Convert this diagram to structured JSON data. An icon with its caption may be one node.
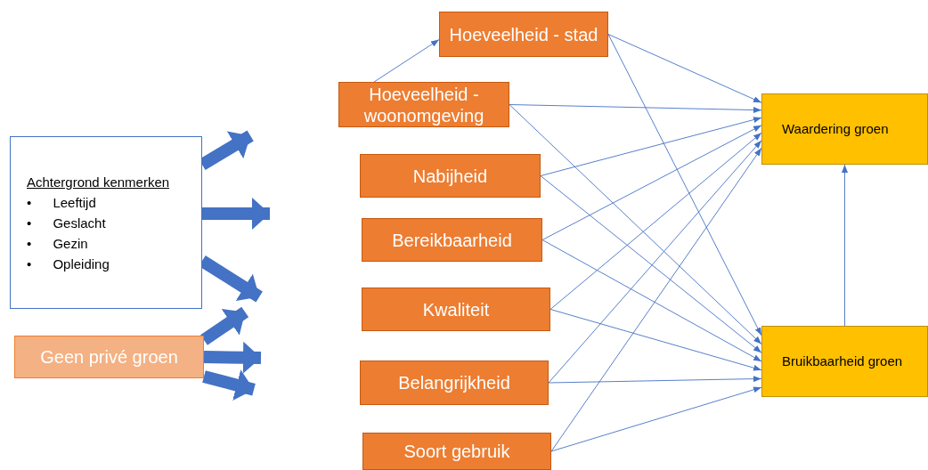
{
  "diagram": {
    "nodes": [
      {
        "text": [
          "Achtergrond kenmerken",
          "• Leeftijd",
          "• Geslacht",
          "• Gezin",
          "• Opleiding"
        ]
      },
      {
        "text": [
          "Geen privé groen"
        ]
      },
      {
        "text": [
          "Hoeveelheid - stad"
        ]
      },
      {
        "text": [
          "Hoeveelheid - woonomgeving"
        ]
      },
      {
        "text": [
          "Nabijheid"
        ]
      },
      {
        "text": [
          "Bereikbaarheid"
        ]
      },
      {
        "text": [
          "Kwaliteit"
        ]
      },
      {
        "text": [
          "Belangrijkheid"
        ]
      },
      {
        "text": [
          "Soort gebruik"
        ]
      },
      {
        "text": [
          "Waardering groen"
        ]
      },
      {
        "text": [
          "Bruikbaarheid groen"
        ]
      }
    ],
    "edges": [
      {
        "from": 0,
        "to": null,
        "arrow": "to",
        "style": "thick"
      },
      {
        "from": 0,
        "to": null,
        "arrow": "to",
        "style": "thick"
      },
      {
        "from": 0,
        "to": null,
        "arrow": "to",
        "style": "thick"
      },
      {
        "from": 1,
        "to": null,
        "arrow": "to",
        "style": "thick"
      },
      {
        "from": 1,
        "to": null,
        "arrow": "to",
        "style": "thick"
      },
      {
        "from": 1,
        "to": null,
        "arrow": "to",
        "style": "thick"
      },
      {
        "from": 3,
        "to": 2,
        "arrow": "to"
      },
      {
        "from": 2,
        "to": 9,
        "arrow": "to"
      },
      {
        "from": 2,
        "to": 10,
        "arrow": "to"
      },
      {
        "from": 3,
        "to": 9,
        "arrow": "to"
      },
      {
        "from": 3,
        "to": 10,
        "arrow": "to"
      },
      {
        "from": 4,
        "to": 9,
        "arrow": "to"
      },
      {
        "from": 4,
        "to": 10,
        "arrow": "to"
      },
      {
        "from": 5,
        "to": 9,
        "arrow": "to"
      },
      {
        "from": 5,
        "to": 10,
        "arrow": "to"
      },
      {
        "from": 6,
        "to": 9,
        "arrow": "to"
      },
      {
        "from": 6,
        "to": 10,
        "arrow": "to"
      },
      {
        "from": 7,
        "to": 9,
        "arrow": "to"
      },
      {
        "from": 7,
        "to": 10,
        "arrow": "to"
      },
      {
        "from": 8,
        "to": 9,
        "arrow": "to"
      },
      {
        "from": 8,
        "to": 10,
        "arrow": "to"
      },
      {
        "from": 10,
        "to": 9,
        "arrow": "to"
      }
    ]
  }
}
